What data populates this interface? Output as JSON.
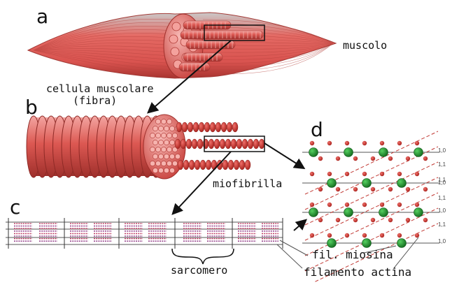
{
  "panels": {
    "a": "a",
    "b": "b",
    "c": "c",
    "d": "d"
  },
  "labels": {
    "muscle": "muscolo",
    "cell_line1": "cellula muscolare",
    "cell_line2": "(fibra)",
    "myofibril": "miofibrilla",
    "sarcomere": "sarcomero",
    "myosin": "fil. miosina",
    "actin": "filamento actina"
  },
  "lattice_ticks": [
    "1,0",
    "1,1",
    "1,1",
    "1,0",
    "1,1",
    "1,0",
    "1,1",
    "1,0"
  ],
  "colors": {
    "muscle_red": "#d9534f",
    "muscle_dark": "#b83a36",
    "muscle_light": "#f08a85",
    "myosin_green": "#1f9a2e",
    "actin_red": "#d7322b",
    "line_gray": "#555555"
  }
}
